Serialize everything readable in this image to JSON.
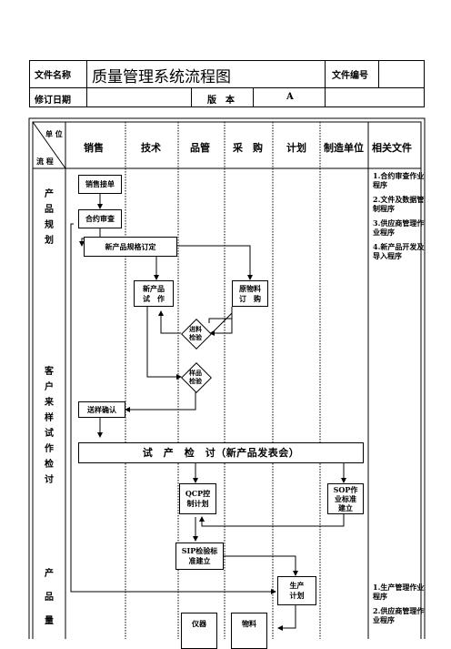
{
  "header": {
    "doc_name_label": "文件名称",
    "doc_title": "质量管理系统流程图",
    "doc_number_label": "文件编号",
    "doc_number_value": "",
    "revision_date_label": "修订日期",
    "revision_date_value": "",
    "version_label": "版　本",
    "version_value": "A"
  },
  "table": {
    "corner_top": "单 位",
    "corner_bottom": "流 程",
    "columns": [
      "销售",
      "技术",
      "品管",
      "采　购",
      "计划",
      "制造单位",
      "相关文件"
    ]
  },
  "stages": {
    "stage1": "产品规划",
    "stage2": "客户来样试作检讨",
    "stage3": "产品量"
  },
  "flow": {
    "sales_order": "销售接单",
    "contract_review": "合约审查",
    "spec_setting": "新产品规格订定",
    "new_product_trial_line1": "新产品",
    "new_product_trial_line2": "试　作",
    "raw_purchase_line1": "原物料",
    "raw_purchase_line2": "订　购",
    "incoming_inspection_line1": "进料",
    "incoming_inspection_line2": "检验",
    "sample_inspection_line1": "样品",
    "sample_inspection_line2": "检验",
    "sample_confirm": "送样确认",
    "trial_review": "试　产　检　讨（新产品发表会）",
    "qcp_line1": "QCP控",
    "qcp_line2": "制计划",
    "sop_line1": "SOP作",
    "sop_line2": "业标准",
    "sop_line3": "建立",
    "sip_line1": "SIP检验标",
    "sip_line2": "准建立",
    "production_plan_line1": "生产",
    "production_plan_line2": "计划",
    "instrument": "仪器",
    "material": "物料"
  },
  "related_docs_group1": [
    "1.合约审查作业程序",
    "2.文件及数据管制程序",
    "3.供应商管理作业程序",
    "4.新产品开发及导入程序"
  ],
  "related_docs_group2": [
    "1.生产管理作业程序",
    "2.供应商管理作业程序"
  ]
}
